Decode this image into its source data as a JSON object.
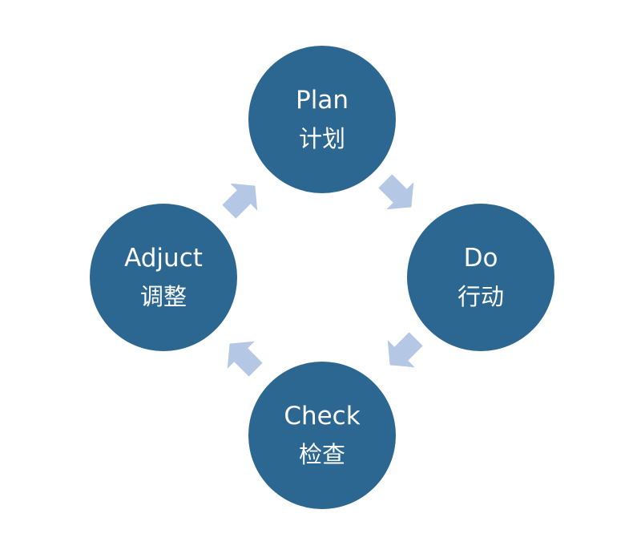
{
  "colors": {
    "node_fill": "#2c6791",
    "arrow_fill": "#b4c8e6",
    "text": "#ffffff"
  },
  "nodes": {
    "plan": {
      "en": "Plan",
      "zh": "计划"
    },
    "do": {
      "en": "Do",
      "zh": "行动"
    },
    "check": {
      "en": "Check",
      "zh": "检查"
    },
    "adjust": {
      "en": "Adjuct",
      "zh": "调整"
    }
  }
}
